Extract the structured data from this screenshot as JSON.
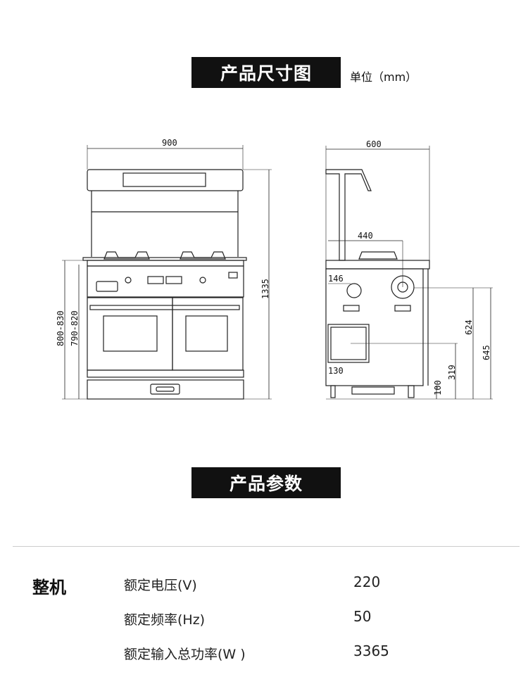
{
  "dimensions_section": {
    "title": "产品尺寸图",
    "unit": "单位（mm）",
    "front_view": {
      "width": "900",
      "total_height": "1335",
      "height_range_1": "800-830",
      "height_range_2": "790-820"
    },
    "side_view": {
      "depth": "600",
      "burner_depth": "440",
      "pipe_offset": "146",
      "height_624": "624",
      "height_645": "645",
      "height_319": "319",
      "height_100": "100",
      "offset_130": "130"
    }
  },
  "params_section": {
    "title": "产品参数",
    "group": "整机",
    "rows": [
      {
        "label": "额定电压(V)",
        "value": "220"
      },
      {
        "label": "额定频率(Hz)",
        "value": "50"
      },
      {
        "label": "额定输入总功率(W )",
        "value": "3365"
      }
    ]
  }
}
